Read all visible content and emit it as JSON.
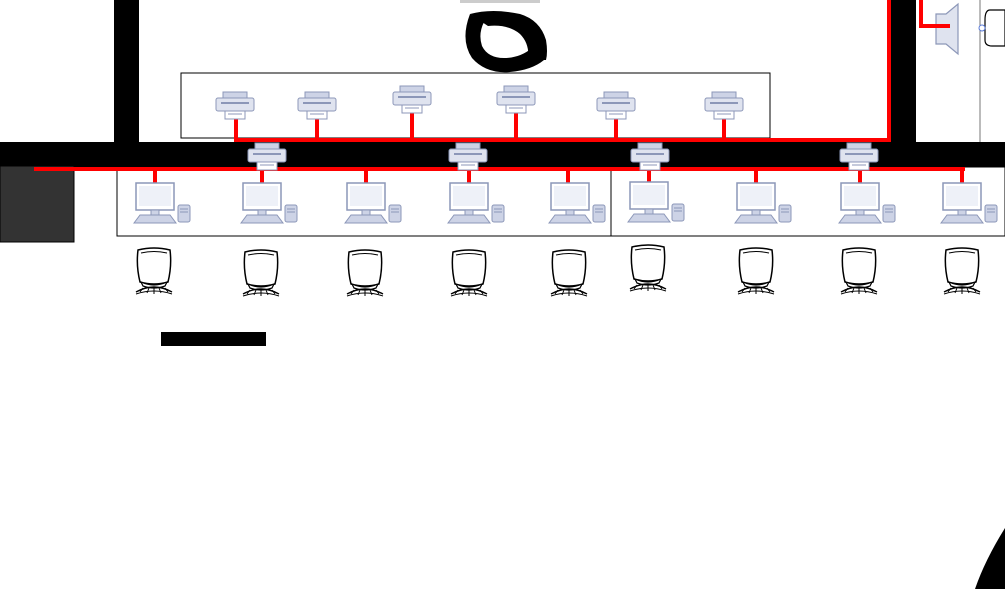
{
  "colors": {
    "wall": "#000000",
    "network_cable": "#ff0000",
    "device_fill": "#cdd3e6",
    "device_stroke": "#8c97b8",
    "dark_block": "#333333",
    "outline": "#000000",
    "background": "#ffffff"
  },
  "icons": {
    "printer": "printer-icon",
    "workstation": "workstation-icon",
    "chair": "chair-icon",
    "speaker": "speaker-icon"
  },
  "counts": {
    "upper_printers": 6,
    "wall_printers": 4,
    "workstations": 9,
    "chairs": 9
  }
}
